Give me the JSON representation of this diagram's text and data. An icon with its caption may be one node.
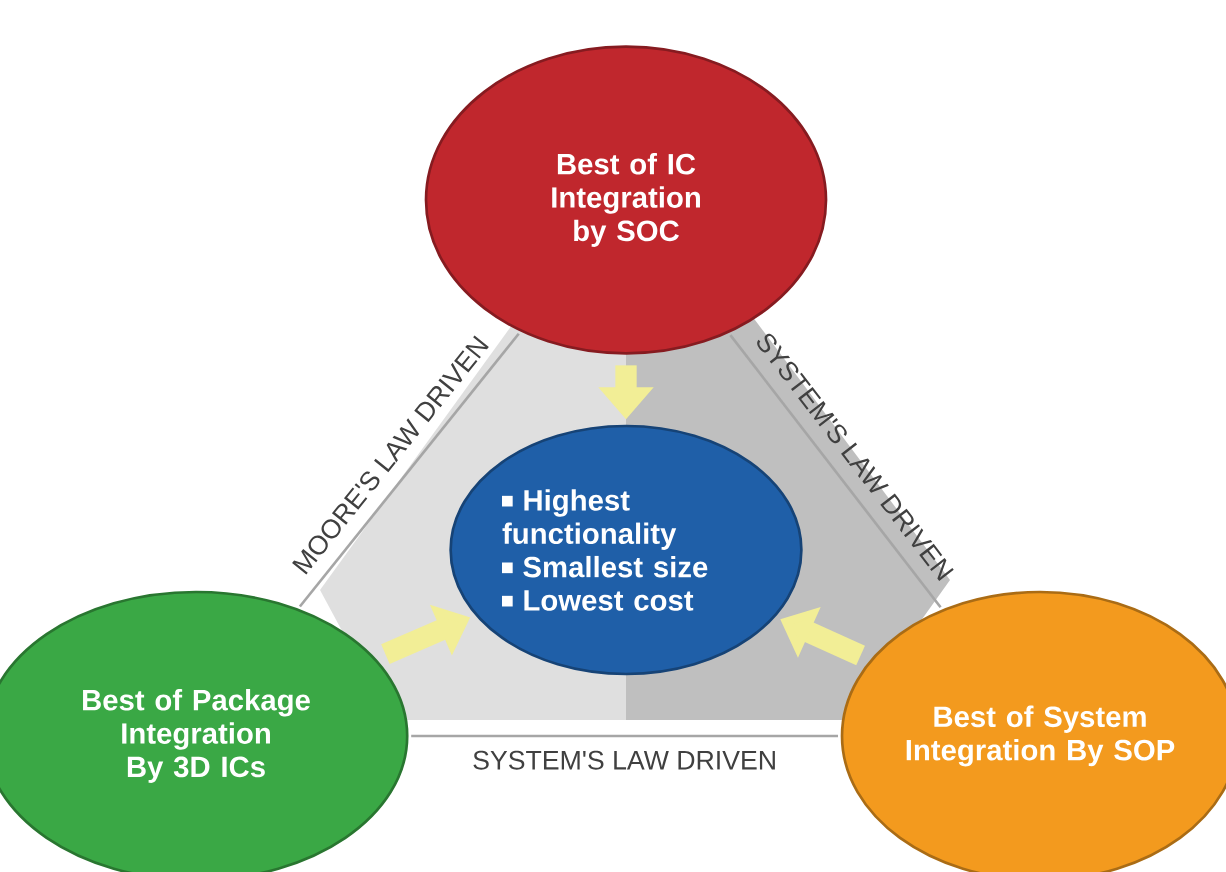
{
  "diagram": {
    "nodes": [
      {
        "text": [
          "Best of IC Integration by SOC"
        ]
      },
      {
        "text": [
          "Highest functionality",
          "Smallest size",
          "Lowest cost"
        ]
      },
      {
        "text": [
          "Best of Package Integration By 3D ICs"
        ]
      },
      {
        "text": [
          "Best of System Integration By SOP"
        ]
      }
    ],
    "edges": [
      {
        "from": 0,
        "to": 1,
        "arrow": "to",
        "style": "thick",
        "color": "#f2ee96"
      },
      {
        "from": 2,
        "to": 1,
        "arrow": "to",
        "style": "thick",
        "color": "#f2ee96"
      },
      {
        "from": 3,
        "to": 1,
        "arrow": "to",
        "style": "thick",
        "color": "#f2ee96"
      },
      {
        "from": 0,
        "to": 2,
        "arrow": "none",
        "label": "MOORE'S LAW DRIVEN"
      },
      {
        "from": 0,
        "to": 3,
        "arrow": "none",
        "label": "SYSTEM'S LAW DRIVEN"
      },
      {
        "from": 2,
        "to": 3,
        "arrow": "none",
        "label": "SYSTEM'S LAW DRIVEN"
      }
    ]
  }
}
